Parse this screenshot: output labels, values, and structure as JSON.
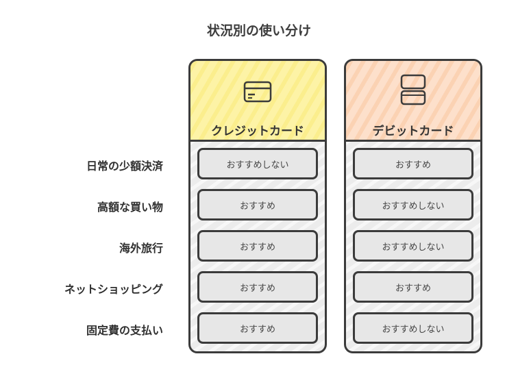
{
  "title": "状況別の使い分け",
  "columns": [
    {
      "name": "クレジットカード",
      "icon": "credit-card-icon",
      "color": "#fbee8d"
    },
    {
      "name": "デビットカード",
      "icon": "debit-card-icon",
      "color": "#fbd2b3"
    }
  ],
  "rows": [
    {
      "label": "日常の少額決済",
      "credit": "おすすめしない",
      "debit": "おすすめ"
    },
    {
      "label": "高額な買い物",
      "credit": "おすすめ",
      "debit": "おすすめしない"
    },
    {
      "label": "海外旅行",
      "credit": "おすすめ",
      "debit": "おすすめしない"
    },
    {
      "label": "ネットショッピング",
      "credit": "おすすめ",
      "debit": "おすすめ"
    },
    {
      "label": "固定費の支払い",
      "credit": "おすすめ",
      "debit": "おすすめしない"
    }
  ]
}
